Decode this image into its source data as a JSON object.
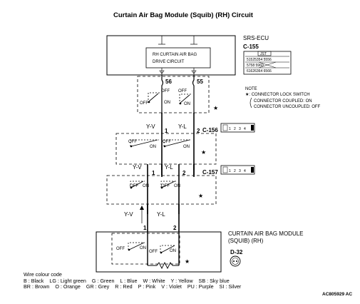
{
  "title": "Curtain Air Bag Module (Squib) (RH) Circuit",
  "ecu": {
    "name": "SRS-ECU",
    "connector": "C-155",
    "circuit_line1": "RH CURTAIN AIR BAG",
    "circuit_line2": "DRIVE CIRCUIT",
    "pin_left": "56",
    "pin_right": "55",
    "conn_label": "JST",
    "conn_row1": "51525354 5556",
    "conn_row2": "5758 5960",
    "conn_row3": "61626364 6566"
  },
  "note": {
    "line1": "NOTE",
    "line2": "★: CONNECTOR LOCK SWITCH",
    "line3": "CONNECTOR COUPLED: ON",
    "line4": "CONNECTOR UNCOUPLED: OFF"
  },
  "switch": {
    "off": "OFF",
    "on": "ON",
    "star": "★"
  },
  "wires": {
    "left": "Y-V",
    "right": "Y-L"
  },
  "connectors": [
    {
      "name": "C-156",
      "pin_left": "1",
      "pin_right": "2",
      "pins": [
        "1",
        "2",
        "3",
        "4"
      ]
    },
    {
      "name": "C-157",
      "pin_left": "1",
      "pin_right": "2",
      "pins": [
        "1",
        "2",
        "3",
        "4"
      ]
    }
  ],
  "module": {
    "name_line1": "CURTAIN AIR BAG MODULE",
    "name_line2": "(SQUIB) (RH)",
    "connector": "D-32",
    "pin_left": "1",
    "pin_right": "2"
  },
  "legend": {
    "title": "Wire colour code",
    "line1": "B : Black    LG : Light green    G : Green    L : Blue    W : White    Y : Yellow    SB : Sky blue",
    "line2": "BR : Brown    O : Orange    GR : Grey    R : Red    P : Pink    V : Violet    PU : Purple    SI : Silver"
  },
  "figure_code": "AC805929 AC"
}
